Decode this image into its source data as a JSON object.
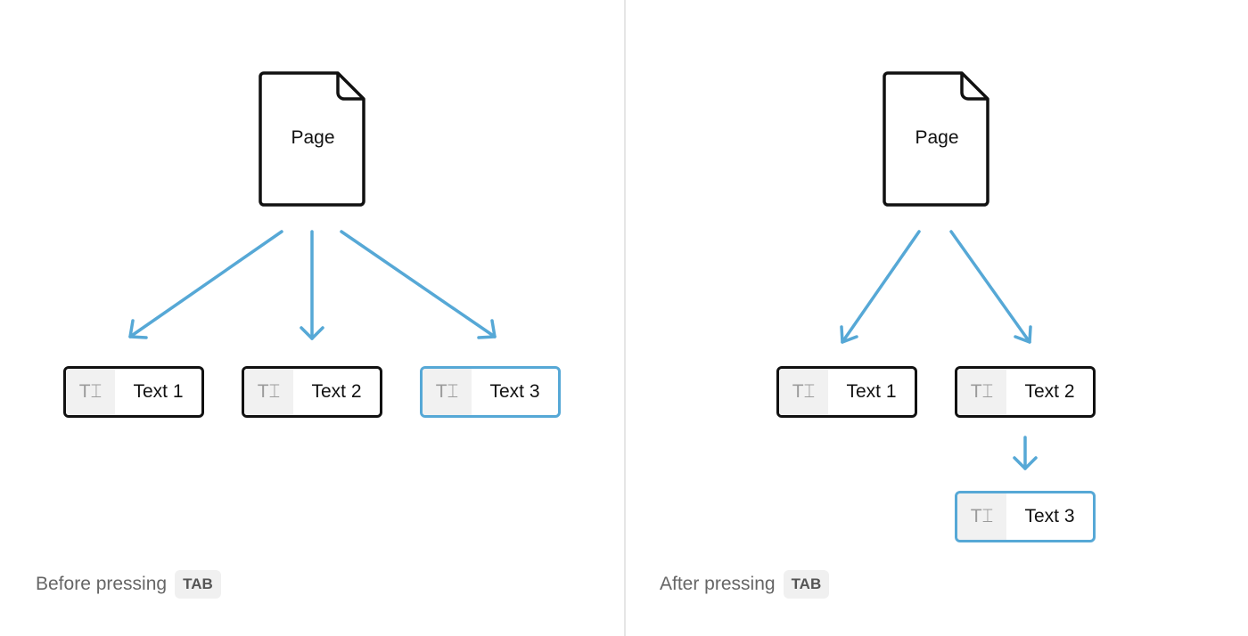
{
  "colors": {
    "selected": "#56a8d6",
    "arrow": "#56a8d6",
    "border": "#111111"
  },
  "before": {
    "page_label": "Page",
    "blocks": [
      {
        "icon": "text-icon",
        "glyph": "TI",
        "label": "Text 1",
        "selected": false
      },
      {
        "icon": "text-icon",
        "label": "Text 2",
        "selected": false
      },
      {
        "icon": "text-icon",
        "label": "Text 3",
        "selected": true
      }
    ],
    "caption": "Before pressing",
    "key": "TAB"
  },
  "after": {
    "page_label": "Page",
    "blocks": [
      {
        "icon": "text-icon",
        "label": "Text 1",
        "selected": false
      },
      {
        "icon": "text-icon",
        "label": "Text 2",
        "selected": false
      },
      {
        "icon": "text-icon",
        "label": "Text 3",
        "selected": true,
        "nested_under": "Text 2"
      }
    ],
    "caption": "After pressing",
    "key": "TAB"
  }
}
